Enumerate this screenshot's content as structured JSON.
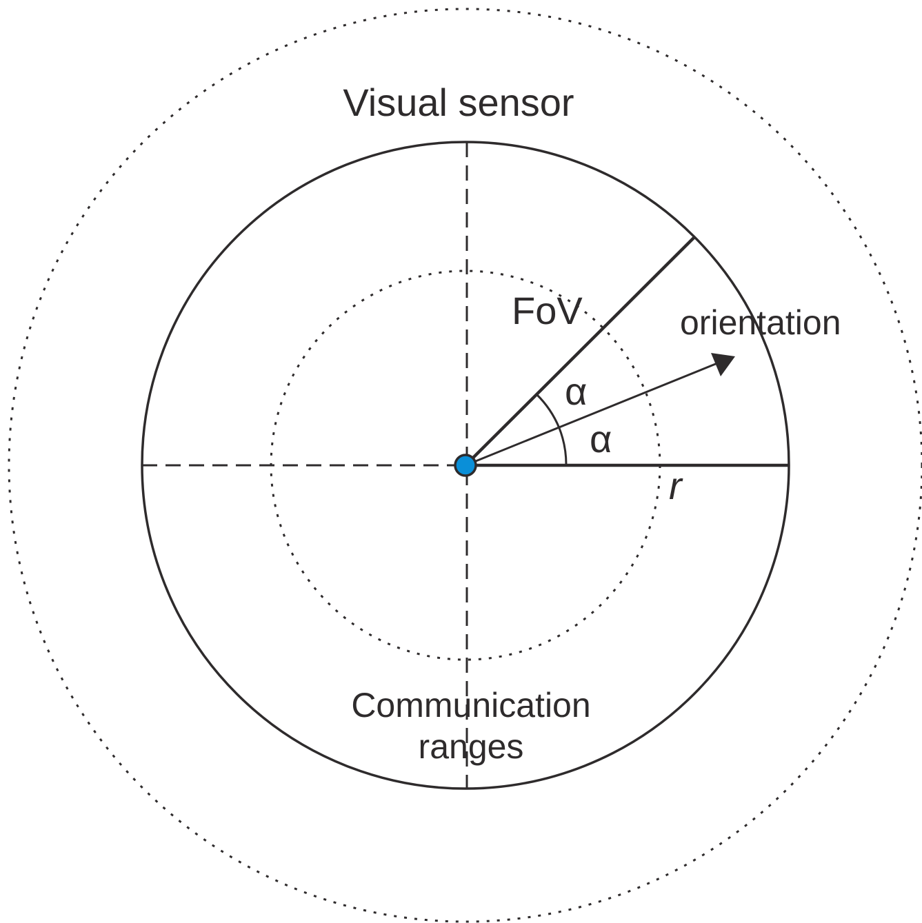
{
  "labels": {
    "visual_sensor": "Visual sensor",
    "fov": "FoV",
    "orientation": "orientation",
    "alpha_upper": "α",
    "alpha_lower": "α",
    "radius": "r",
    "communication_line1": "Communication",
    "communication_line2": "ranges"
  },
  "colors": {
    "line": "#2e2b2c",
    "sensor_node": "#0a8fd8"
  }
}
